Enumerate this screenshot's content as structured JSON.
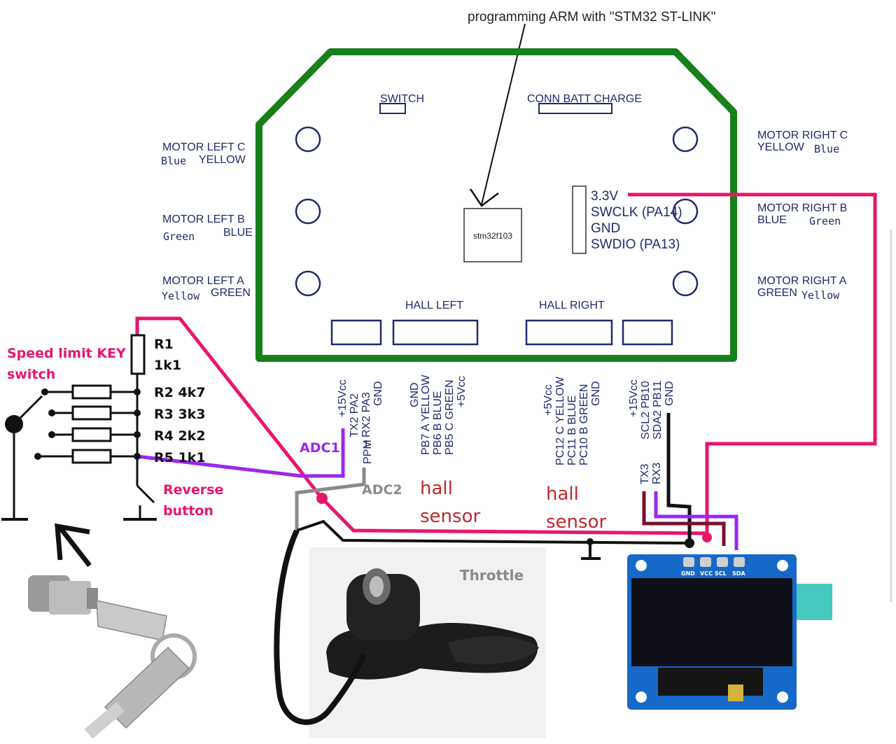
{
  "top_note": "programming ARM with \"STM32 ST-LINK\"",
  "board": {
    "switch_label": "SWITCH",
    "conn_batt_label": "CONN BATT CHARGE",
    "chip_label": "stm32f103",
    "hall_left_label": "HALL LEFT",
    "hall_right_label": "HALL RIGHT",
    "debug_pins": [
      "3.3V",
      "SWCLK (PA14)",
      "GND",
      "SWDIO (PA13)"
    ],
    "board_color": "#16801b"
  },
  "motors": {
    "left_c": {
      "title": "MOTOR LEFT C",
      "a": "Blue",
      "b": "YELLOW"
    },
    "left_b": {
      "title": "MOTOR LEFT B",
      "a": "Green",
      "b": "BLUE"
    },
    "left_a": {
      "title": "MOTOR LEFT A",
      "a": "Yellow",
      "b": "GREEN"
    },
    "right_c": {
      "title": "MOTOR RIGHT C",
      "a": "YELLOW",
      "b": "Blue"
    },
    "right_b": {
      "title": "MOTOR RIGHT B",
      "a": "BLUE",
      "b": "Green"
    },
    "right_a": {
      "title": "MOTOR RIGHT A",
      "a": "GREEN",
      "b": "Yellow"
    }
  },
  "connector_pins": {
    "uart_left": [
      "+15Vcc",
      "TX2 PA2",
      "RX2 PA3",
      "GND"
    ],
    "uart_left_sub": "PPM",
    "hall_left": [
      "GND",
      "PB7 A YELLOW",
      "PB6 B BLUE",
      "PB5 C GREEN",
      "+5Vcc"
    ],
    "hall_right": [
      "+5Vcc",
      "PC12 C YELLOW",
      "PC11 B BLUE",
      "PC10 B GREEN",
      "GND"
    ],
    "uart_right": [
      "+15Vcc",
      "SCL2 PB10",
      "SDA2 PB11",
      "GND"
    ],
    "uart_right_sub": [
      "TX3",
      "RX3"
    ]
  },
  "resistors": {
    "r1": "R1",
    "r1_value": "1k1",
    "list": [
      "R2 4k7",
      "R3 3k3",
      "R4 2k2",
      "R5 1k1"
    ]
  },
  "labels": {
    "speed_limit": [
      "Speed limit KEY",
      "switch"
    ],
    "reverse": [
      "Reverse",
      "button"
    ],
    "adc1": "ADC1",
    "adc2": "ADC2",
    "hall_sensor_1": [
      "hall",
      "sensor"
    ],
    "hall_sensor_2": [
      "hall",
      "sensor"
    ],
    "throttle": "Throttle"
  },
  "oled": {
    "pins": [
      "GND",
      "VCC",
      "SCL",
      "SDA"
    ],
    "board_color": "#1769c9"
  },
  "wire_colors": {
    "pink": "#e8156e",
    "purple": "#9b27f0",
    "grey": "#8a8a8a",
    "maroon": "#7a1030",
    "black": "#111111"
  }
}
